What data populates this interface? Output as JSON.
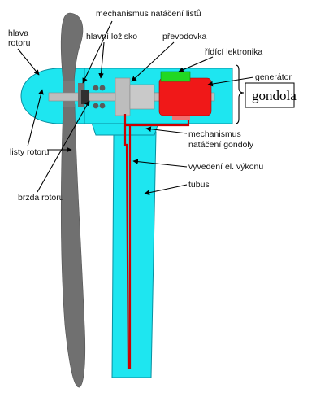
{
  "labels": {
    "hlava_rotoru_1": "hlava",
    "hlava_rotoru_2": "rotoru",
    "mechanismus_listu": "mechanismus natáčení listů",
    "hlavni_lozisko": "hlavní ložisko",
    "prevodovka": "převodovka",
    "ridici_elektronika": "řídící lektronika",
    "generator": "generátor",
    "gondola": "gondola",
    "listy_rotoru": "listy rotoru",
    "brzda_rotoru": "brzda rotoru",
    "mechanismus_gondoly_1": "mechanismus",
    "mechanismus_gondoly_2": "natáčení gondoly",
    "vyvedeni": "vyvedení el. výkonu",
    "tubus": "tubus"
  },
  "colors": {
    "cyan": "#1ee6f0",
    "blade": "#707070",
    "shaft": "#bdbdbd",
    "generator": "#f01818",
    "electronics": "#22d822",
    "cable": "#cc0000"
  }
}
